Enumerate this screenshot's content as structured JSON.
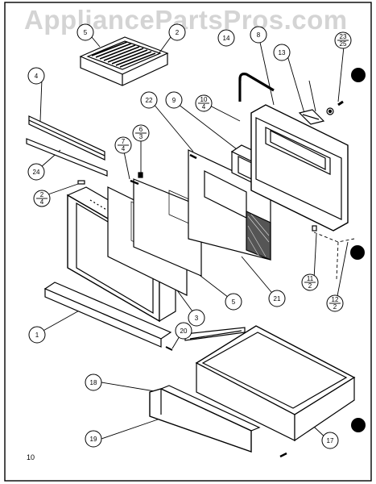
{
  "watermark": "AppliancePartsPros.com",
  "footer_code": "10",
  "callouts": {
    "c1": "1",
    "c2": "2",
    "c3": "3",
    "c4": "4",
    "c5": "5",
    "c6": "6",
    "c7": "7",
    "c8": "8",
    "c9": "9",
    "c10": "10",
    "c11": "11",
    "c12": "12",
    "c13": "13",
    "c14": "14",
    "c17": "17",
    "c18": "18",
    "c19": "19",
    "c20": "20",
    "c21": "21",
    "c22": "22",
    "c23": "23",
    "c24": "24",
    "c25": "25"
  },
  "colors": {
    "ink": "#000000",
    "watermark": "#d4d4d4"
  }
}
